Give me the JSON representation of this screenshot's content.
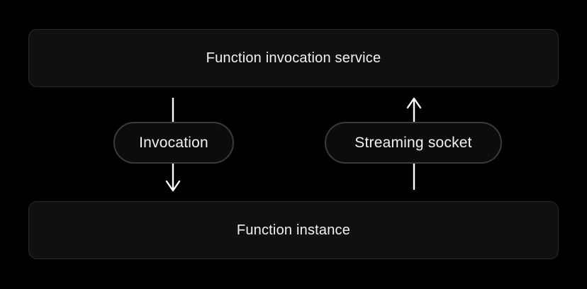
{
  "colors": {
    "background": "#000000",
    "node_fill": "#101012",
    "node_border": "#29292c",
    "pill_fill": "#0c0c0d",
    "pill_border": "#3b3b3e",
    "text": "#f2f2f2",
    "arrow": "#ffffff"
  },
  "diagram": {
    "nodes": [
      {
        "id": "function-invocation-service",
        "label": "Function invocation service"
      },
      {
        "id": "function-instance",
        "label": "Function instance"
      }
    ],
    "edges": [
      {
        "id": "invocation",
        "label": "Invocation",
        "direction": "down",
        "from": "function-invocation-service",
        "to": "function-instance"
      },
      {
        "id": "streaming-socket",
        "label": "Streaming socket",
        "direction": "up",
        "from": "function-instance",
        "to": "function-invocation-service"
      }
    ]
  }
}
